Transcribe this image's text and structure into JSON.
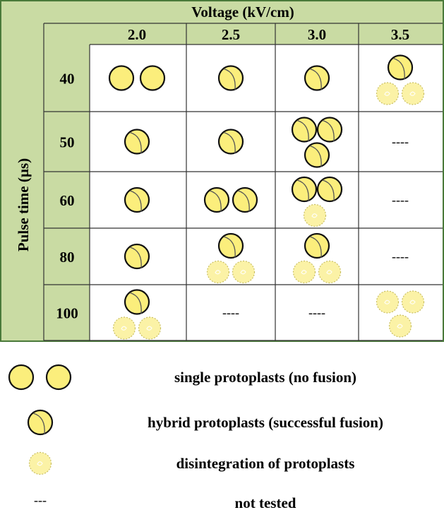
{
  "table": {
    "column_header": "Voltage (kV/cm)",
    "row_header": "Pulse time (µs)",
    "columns": [
      "2.0",
      "2.5",
      "3.0",
      "3.5"
    ],
    "rows": [
      {
        "label": "40",
        "cells": [
          {
            "layout": "ss"
          },
          {
            "layout": "h"
          },
          {
            "layout": "h"
          },
          {
            "layout": "h_dd"
          }
        ]
      },
      {
        "label": "50",
        "cells": [
          {
            "layout": "h"
          },
          {
            "layout": "h"
          },
          {
            "layout": "hh_h"
          },
          {
            "layout": "text",
            "text": "----"
          }
        ]
      },
      {
        "label": "60",
        "cells": [
          {
            "layout": "h"
          },
          {
            "layout": "hh"
          },
          {
            "layout": "hh_d"
          },
          {
            "layout": "text",
            "text": "----"
          }
        ]
      },
      {
        "label": "80",
        "cells": [
          {
            "layout": "h"
          },
          {
            "layout": "h_dd"
          },
          {
            "layout": "h_dd"
          },
          {
            "layout": "text",
            "text": "----"
          }
        ]
      },
      {
        "label": "100",
        "cells": [
          {
            "layout": "h_dd"
          },
          {
            "layout": "text",
            "text": "----"
          },
          {
            "layout": "text",
            "text": "----"
          },
          {
            "layout": "dd_d"
          }
        ]
      }
    ]
  },
  "legend": [
    {
      "symbol": "single-pair",
      "label": "single protoplasts (no fusion)"
    },
    {
      "symbol": "hybrid",
      "label": "hybrid protoplasts (successful fusion)"
    },
    {
      "symbol": "disintegrated",
      "label": "disintegration of protoplasts"
    },
    {
      "symbol": "dashes",
      "symbol_text": "---",
      "label": "not tested"
    }
  ],
  "colors": {
    "header_fill": "#c9dba3",
    "header_border": "#4a7a3a",
    "cell_fill": "#ffffff",
    "protoplast_fill": "#fbee7c",
    "protoplast_stroke": "#111111",
    "disintegrated_fill": "#fbf2a6",
    "disintegrated_stroke": "#c9bf62"
  }
}
